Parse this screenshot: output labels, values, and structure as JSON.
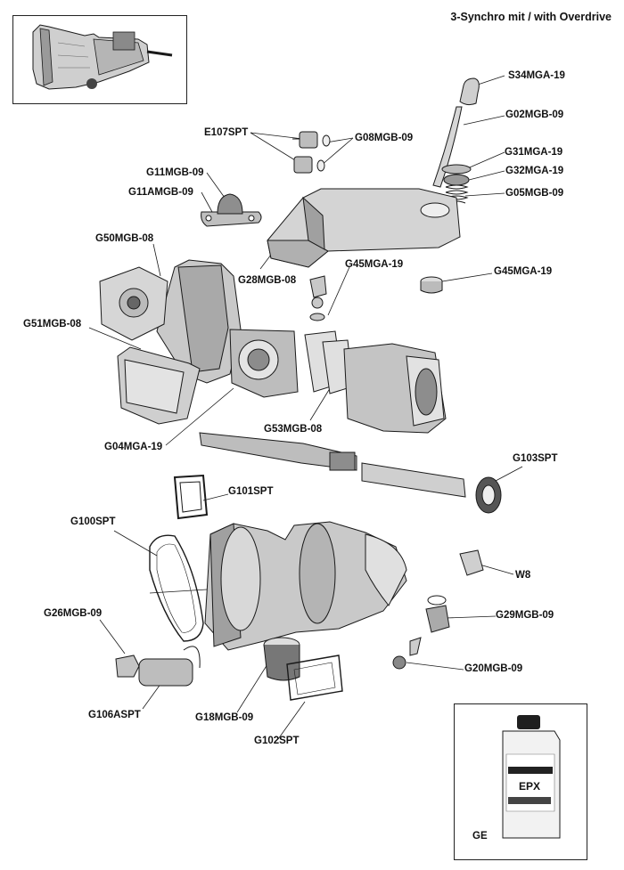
{
  "title": "3-Synchro mit / with Overdrive",
  "colors": {
    "ink": "#1a1a1a",
    "metal_light": "#d9d9d9",
    "metal_mid": "#a8a8a8",
    "metal_dark": "#555555",
    "frame": "#222222"
  },
  "parts": {
    "S34MGA_19": "S34MGA-19",
    "G02MGB_09": "G02MGB-09",
    "E107SPT": "E107SPT",
    "G08MGB_09": "G08MGB-09",
    "G31MGA_19": "G31MGA-19",
    "G32MGA_19": "G32MGA-19",
    "G11MGB_09": "G11MGB-09",
    "G11AMGB_09": "G11AMGB-09",
    "G05MGB_09": "G05MGB-09",
    "G50MGB_08": "G50MGB-08",
    "G45MGA_19_a": "G45MGA-19",
    "G45MGA_19_b": "G45MGA-19",
    "G28MGB_08": "G28MGB-08",
    "G51MGB_08": "G51MGB-08",
    "G53MGB_08": "G53MGB-08",
    "G04MGA_19": "G04MGA-19",
    "G103SPT": "G103SPT",
    "G101SPT": "G101SPT",
    "G100SPT": "G100SPT",
    "W8": "W8",
    "G26MGB_09": "G26MGB-09",
    "G29MGB_09": "G29MGB-09",
    "G20MGB_09": "G20MGB-09",
    "G106ASPT": "G106ASPT",
    "G18MGB_09": "G18MGB-09",
    "G102SPT": "G102SPT",
    "GE": "GE"
  },
  "oil_bottle": {
    "brand": "EPX"
  }
}
